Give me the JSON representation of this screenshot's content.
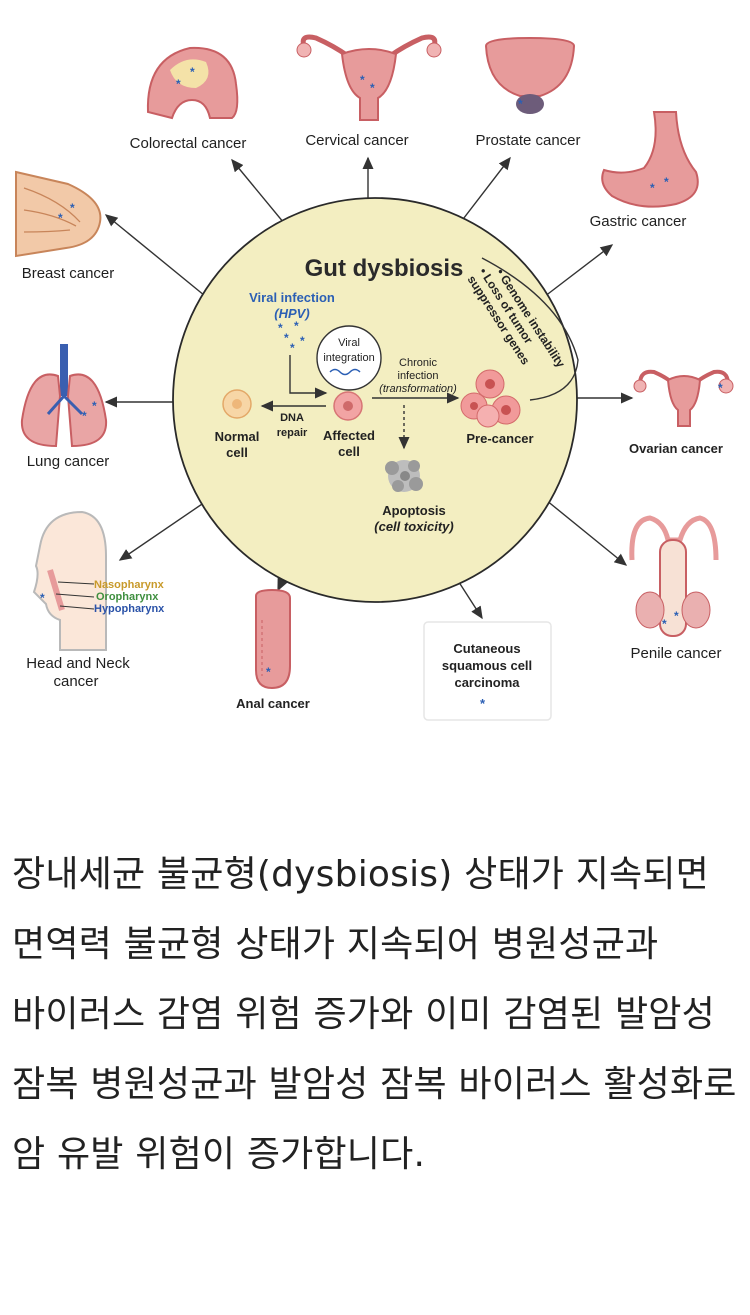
{
  "diagram": {
    "title": "Gut dysbiosis",
    "center": {
      "viral_infection": "Viral infection",
      "hpv": "(HPV)",
      "viral_integration_1": "Viral",
      "viral_integration_2": "integration",
      "chronic_1": "Chronic",
      "chronic_2": "infection",
      "chronic_3": "(transformation)",
      "normal_cell_1": "Normal",
      "normal_cell_2": "cell",
      "dna_repair_1": "DNA",
      "dna_repair_2": "repair",
      "affected_cell_1": "Affected",
      "affected_cell_2": "cell",
      "pre_cancer": "Pre-cancer",
      "apoptosis_1": "Apoptosis",
      "apoptosis_2": "(cell toxicity)",
      "genome_1": "• Genome instability",
      "genome_2": "• Loss of tumor",
      "genome_3": "suppressor genes"
    },
    "cancers": {
      "colorectal": "Colorectal cancer",
      "cervical": "Cervical cancer",
      "prostate": "Prostate cancer",
      "gastric": "Gastric cancer",
      "breast": "Breast cancer",
      "lung": "Lung cancer",
      "ovarian": "Ovarian cancer",
      "head_neck_1": "Head and Neck",
      "head_neck_2": "cancer",
      "nasopharynx": "Nasopharynx",
      "oropharynx": "Oropharynx",
      "hypopharynx": "Hypopharynx",
      "anal": "Anal cancer",
      "cutaneous_1": "Cutaneous",
      "cutaneous_2": "squamous cell",
      "cutaneous_3": "carcinoma",
      "penile": "Penile cancer"
    }
  },
  "caption": "장내세균 불균형(dysbiosis) 상태가 지속되면 면역력 불균형 상태가 지속되어 병원성균과 바이러스 감염 위험 증가와 이미 감염된 발암성 잠복 병원성균과 발암성 잠복 바이러스 활성화로 암 유발 위험이 증가합니다.",
  "colors": {
    "circle_fill": "#f3eec1",
    "organ_pink": "#e79b9b",
    "organ_dark": "#c85f63",
    "viral_blue": "#2b5fb4",
    "nasopharynx": "#c89a2a",
    "oropharynx": "#3f8f3f",
    "hypopharynx": "#2a52a8"
  }
}
